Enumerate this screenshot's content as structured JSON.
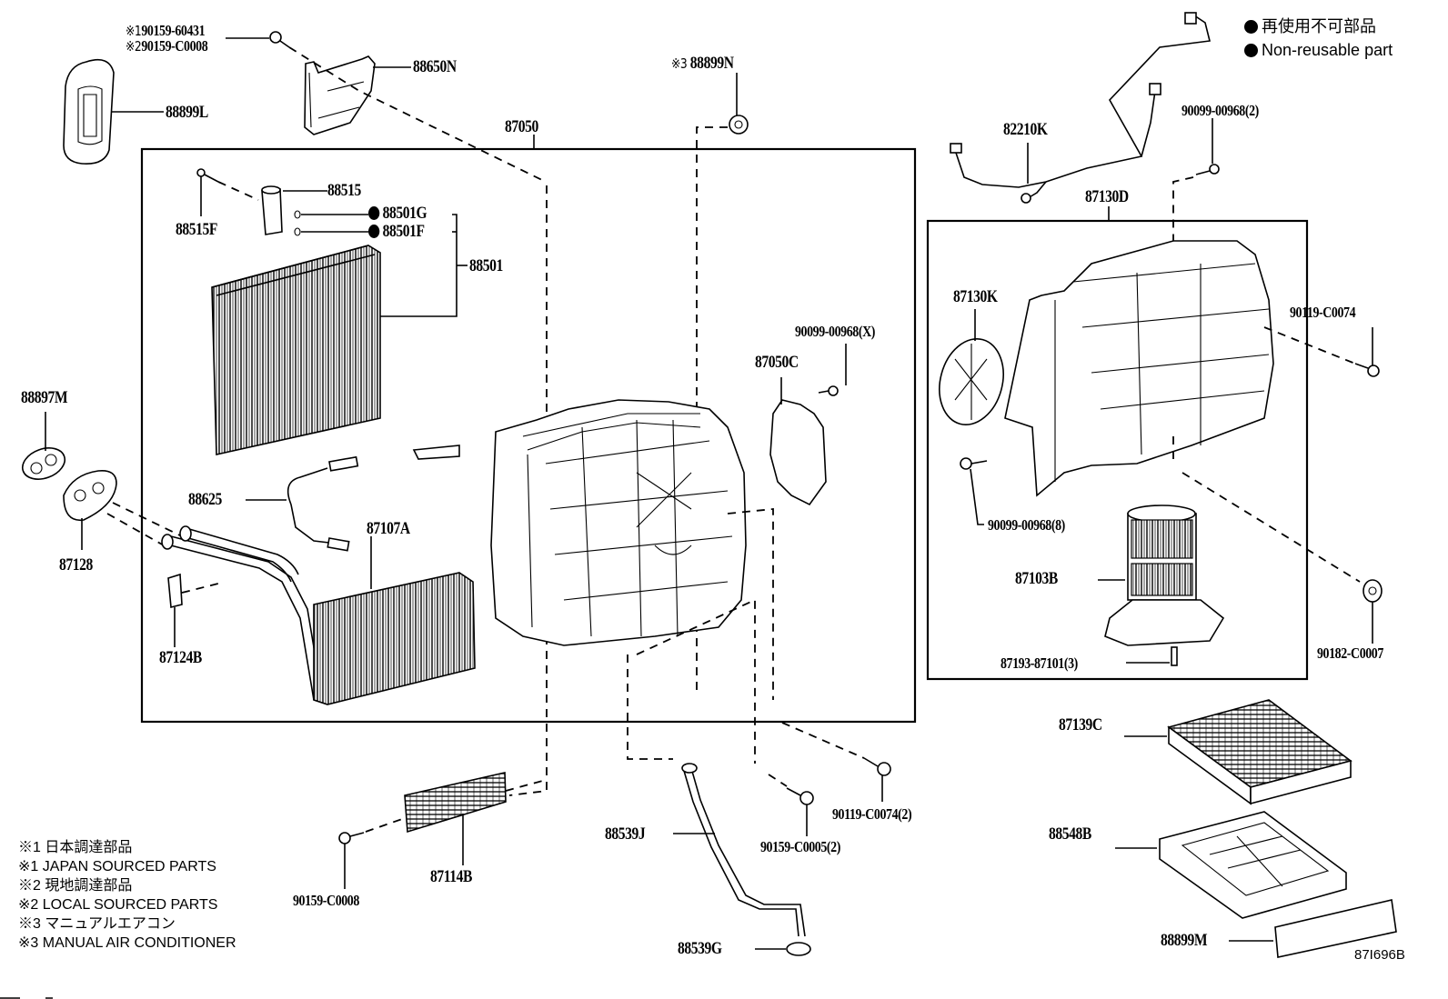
{
  "diagram": {
    "title_ref": "87I696B",
    "legend": {
      "non_reusable_jp": "再使用不可部品",
      "non_reusable_en": "Non-reusable part"
    },
    "notes": [
      {
        "mark": "※1",
        "text": "日本調達部品"
      },
      {
        "mark": "※1",
        "text": "JAPAN SOURCED PARTS"
      },
      {
        "mark": "※2",
        "text": "現地調達部品"
      },
      {
        "mark": "※2",
        "text": "LOCAL SOURCED PARTS"
      },
      {
        "mark": "※3",
        "text": "マニュアルエアコン"
      },
      {
        "mark": "※3",
        "text": "MANUAL AIR CONDITIONER"
      }
    ],
    "parts": {
      "p90159_60431": {
        "mark": "※1",
        "number": "90159-60431"
      },
      "p90159_C0008_top": {
        "mark": "※2",
        "number": "90159-C0008"
      },
      "p88650N": {
        "number": "88650N"
      },
      "p88899L": {
        "number": "88899L"
      },
      "p88899N": {
        "mark": "※3",
        "number": "88899N"
      },
      "p87050": {
        "number": "87050"
      },
      "p88515": {
        "number": "88515"
      },
      "p88515F": {
        "number": "88515F"
      },
      "p88501G": {
        "number": "88501G",
        "non_reusable": true
      },
      "p88501F": {
        "number": "88501F",
        "non_reusable": true
      },
      "p88501": {
        "number": "88501"
      },
      "p88897M": {
        "number": "88897M"
      },
      "p88625": {
        "number": "88625"
      },
      "p87107A": {
        "number": "87107A"
      },
      "p87128": {
        "number": "87128"
      },
      "p87124B": {
        "number": "87124B"
      },
      "p87050C": {
        "number": "87050C"
      },
      "p90099_00968_X": {
        "number": "90099-00968(X)"
      },
      "p82210K": {
        "number": "82210K"
      },
      "p90099_00968_2": {
        "number": "90099-00968(2)"
      },
      "p87130D": {
        "number": "87130D"
      },
      "p87130K": {
        "number": "87130K"
      },
      "p90119_C0074": {
        "number": "90119-C0074"
      },
      "p90099_00968_8": {
        "number": "90099-00968(8)"
      },
      "p87103B": {
        "number": "87103B"
      },
      "p87193_87101_3": {
        "number": "87193-87101(3)"
      },
      "p90182_C0007": {
        "number": "90182-C0007"
      },
      "p87114B": {
        "number": "87114B"
      },
      "p90159_C0008_bottom": {
        "number": "90159-C0008"
      },
      "p88539J": {
        "number": "88539J"
      },
      "p88539G": {
        "number": "88539G"
      },
      "p90159_C0005_2": {
        "number": "90159-C0005(2)"
      },
      "p90119_C0074_2": {
        "number": "90119-C0074(2)"
      },
      "p87139C": {
        "number": "87139C"
      },
      "p88548B": {
        "number": "88548B"
      },
      "p88899M": {
        "number": "88899M"
      }
    }
  }
}
